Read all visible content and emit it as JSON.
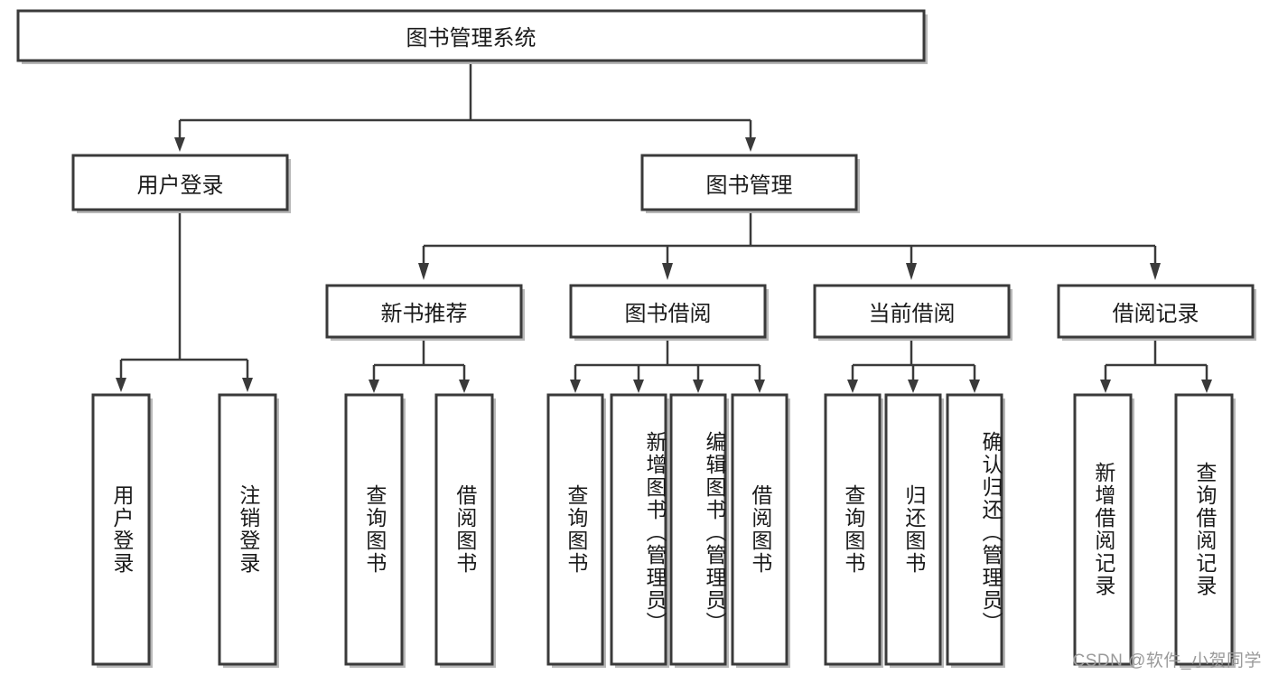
{
  "diagram": {
    "type": "hierarchy-tree",
    "title": "图书管理系统",
    "watermark": "CSDN @软件_小贺同学",
    "colors": {
      "background": "#ffffff",
      "box_stroke": "#3a3a3a",
      "box_fill": "#ffffff",
      "shadow": "#b8b8b8",
      "text": "#1a1a1a",
      "watermark_text": "#9a9a9a"
    },
    "levels": {
      "root": "图书管理系统",
      "level2": [
        "用户登录",
        "图书管理"
      ],
      "level3": [
        "新书推荐",
        "图书借阅",
        "当前借阅",
        "借阅记录"
      ]
    },
    "nodes": {
      "root": {
        "id": "root",
        "label": "图书管理系统",
        "orientation": "horizontal"
      },
      "l2": [
        {
          "id": "user-login",
          "label": "用户登录",
          "orientation": "horizontal"
        },
        {
          "id": "book-manage",
          "label": "图书管理",
          "orientation": "horizontal"
        }
      ],
      "l3": [
        {
          "id": "new-book-rec",
          "label": "新书推荐",
          "orientation": "horizontal"
        },
        {
          "id": "book-borrow",
          "label": "图书借阅",
          "orientation": "horizontal"
        },
        {
          "id": "current-borrow",
          "label": "当前借阅",
          "orientation": "horizontal"
        },
        {
          "id": "borrow-record",
          "label": "借阅记录",
          "orientation": "horizontal"
        }
      ],
      "leaves": [
        {
          "id": "leaf-user-login",
          "label": "用户登录",
          "parent": "用户登录",
          "orientation": "vertical"
        },
        {
          "id": "leaf-user-logout",
          "label": "注销登录",
          "parent": "用户登录",
          "orientation": "vertical"
        },
        {
          "id": "leaf-query-book-1",
          "label": "查询图书",
          "parent": "新书推荐",
          "orientation": "vertical"
        },
        {
          "id": "leaf-borrow-book-1",
          "label": "借阅图书",
          "parent": "新书推荐",
          "orientation": "vertical"
        },
        {
          "id": "leaf-query-book-2",
          "label": "查询图书",
          "parent": "图书借阅",
          "orientation": "vertical"
        },
        {
          "id": "leaf-add-book",
          "label": "新增图书（管理员）",
          "parent": "图书借阅",
          "orientation": "vertical"
        },
        {
          "id": "leaf-edit-book",
          "label": "编辑图书（管理员）",
          "parent": "图书借阅",
          "orientation": "vertical"
        },
        {
          "id": "leaf-borrow-book-2",
          "label": "借阅图书",
          "parent": "图书借阅",
          "orientation": "vertical"
        },
        {
          "id": "leaf-query-book-3",
          "label": "查询图书",
          "parent": "当前借阅",
          "orientation": "vertical"
        },
        {
          "id": "leaf-return-book",
          "label": "归还图书",
          "parent": "当前借阅",
          "orientation": "vertical"
        },
        {
          "id": "leaf-confirm-return",
          "label": "确认归还（管理员）",
          "parent": "当前借阅",
          "orientation": "vertical"
        },
        {
          "id": "leaf-add-record",
          "label": "新增借阅记录",
          "parent": "借阅记录",
          "orientation": "vertical"
        },
        {
          "id": "leaf-query-record",
          "label": "查询借阅记录",
          "parent": "借阅记录",
          "orientation": "vertical"
        }
      ]
    }
  }
}
